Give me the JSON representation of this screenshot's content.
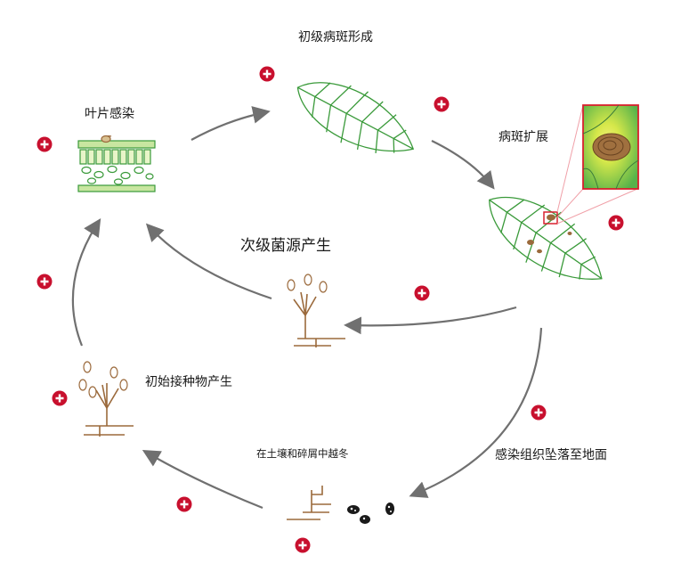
{
  "diagram": {
    "labels": {
      "primary_lesion": "初级病斑形成",
      "lesion_expansion": "病斑扩展",
      "leaf_infection": "叶片感染",
      "secondary_inoculum": "次级菌源产生",
      "primary_inoculum": "初始接种物产生",
      "tissue_falls": "感染组织坠落至地面",
      "overwinter": "在土壤和碎屑中越冬"
    },
    "icons": [
      "plus-icon",
      "leaf-icon",
      "leaf-cross-section-icon",
      "lesion-zoom-icon",
      "conidiophore-icon",
      "mycelium-icon",
      "sclerotia-icon"
    ],
    "colors": {
      "accent": "#c8102e",
      "leaf_outline": "#3a9a3a",
      "fungus": "#9b6a3c",
      "arrow": "#707070"
    }
  }
}
